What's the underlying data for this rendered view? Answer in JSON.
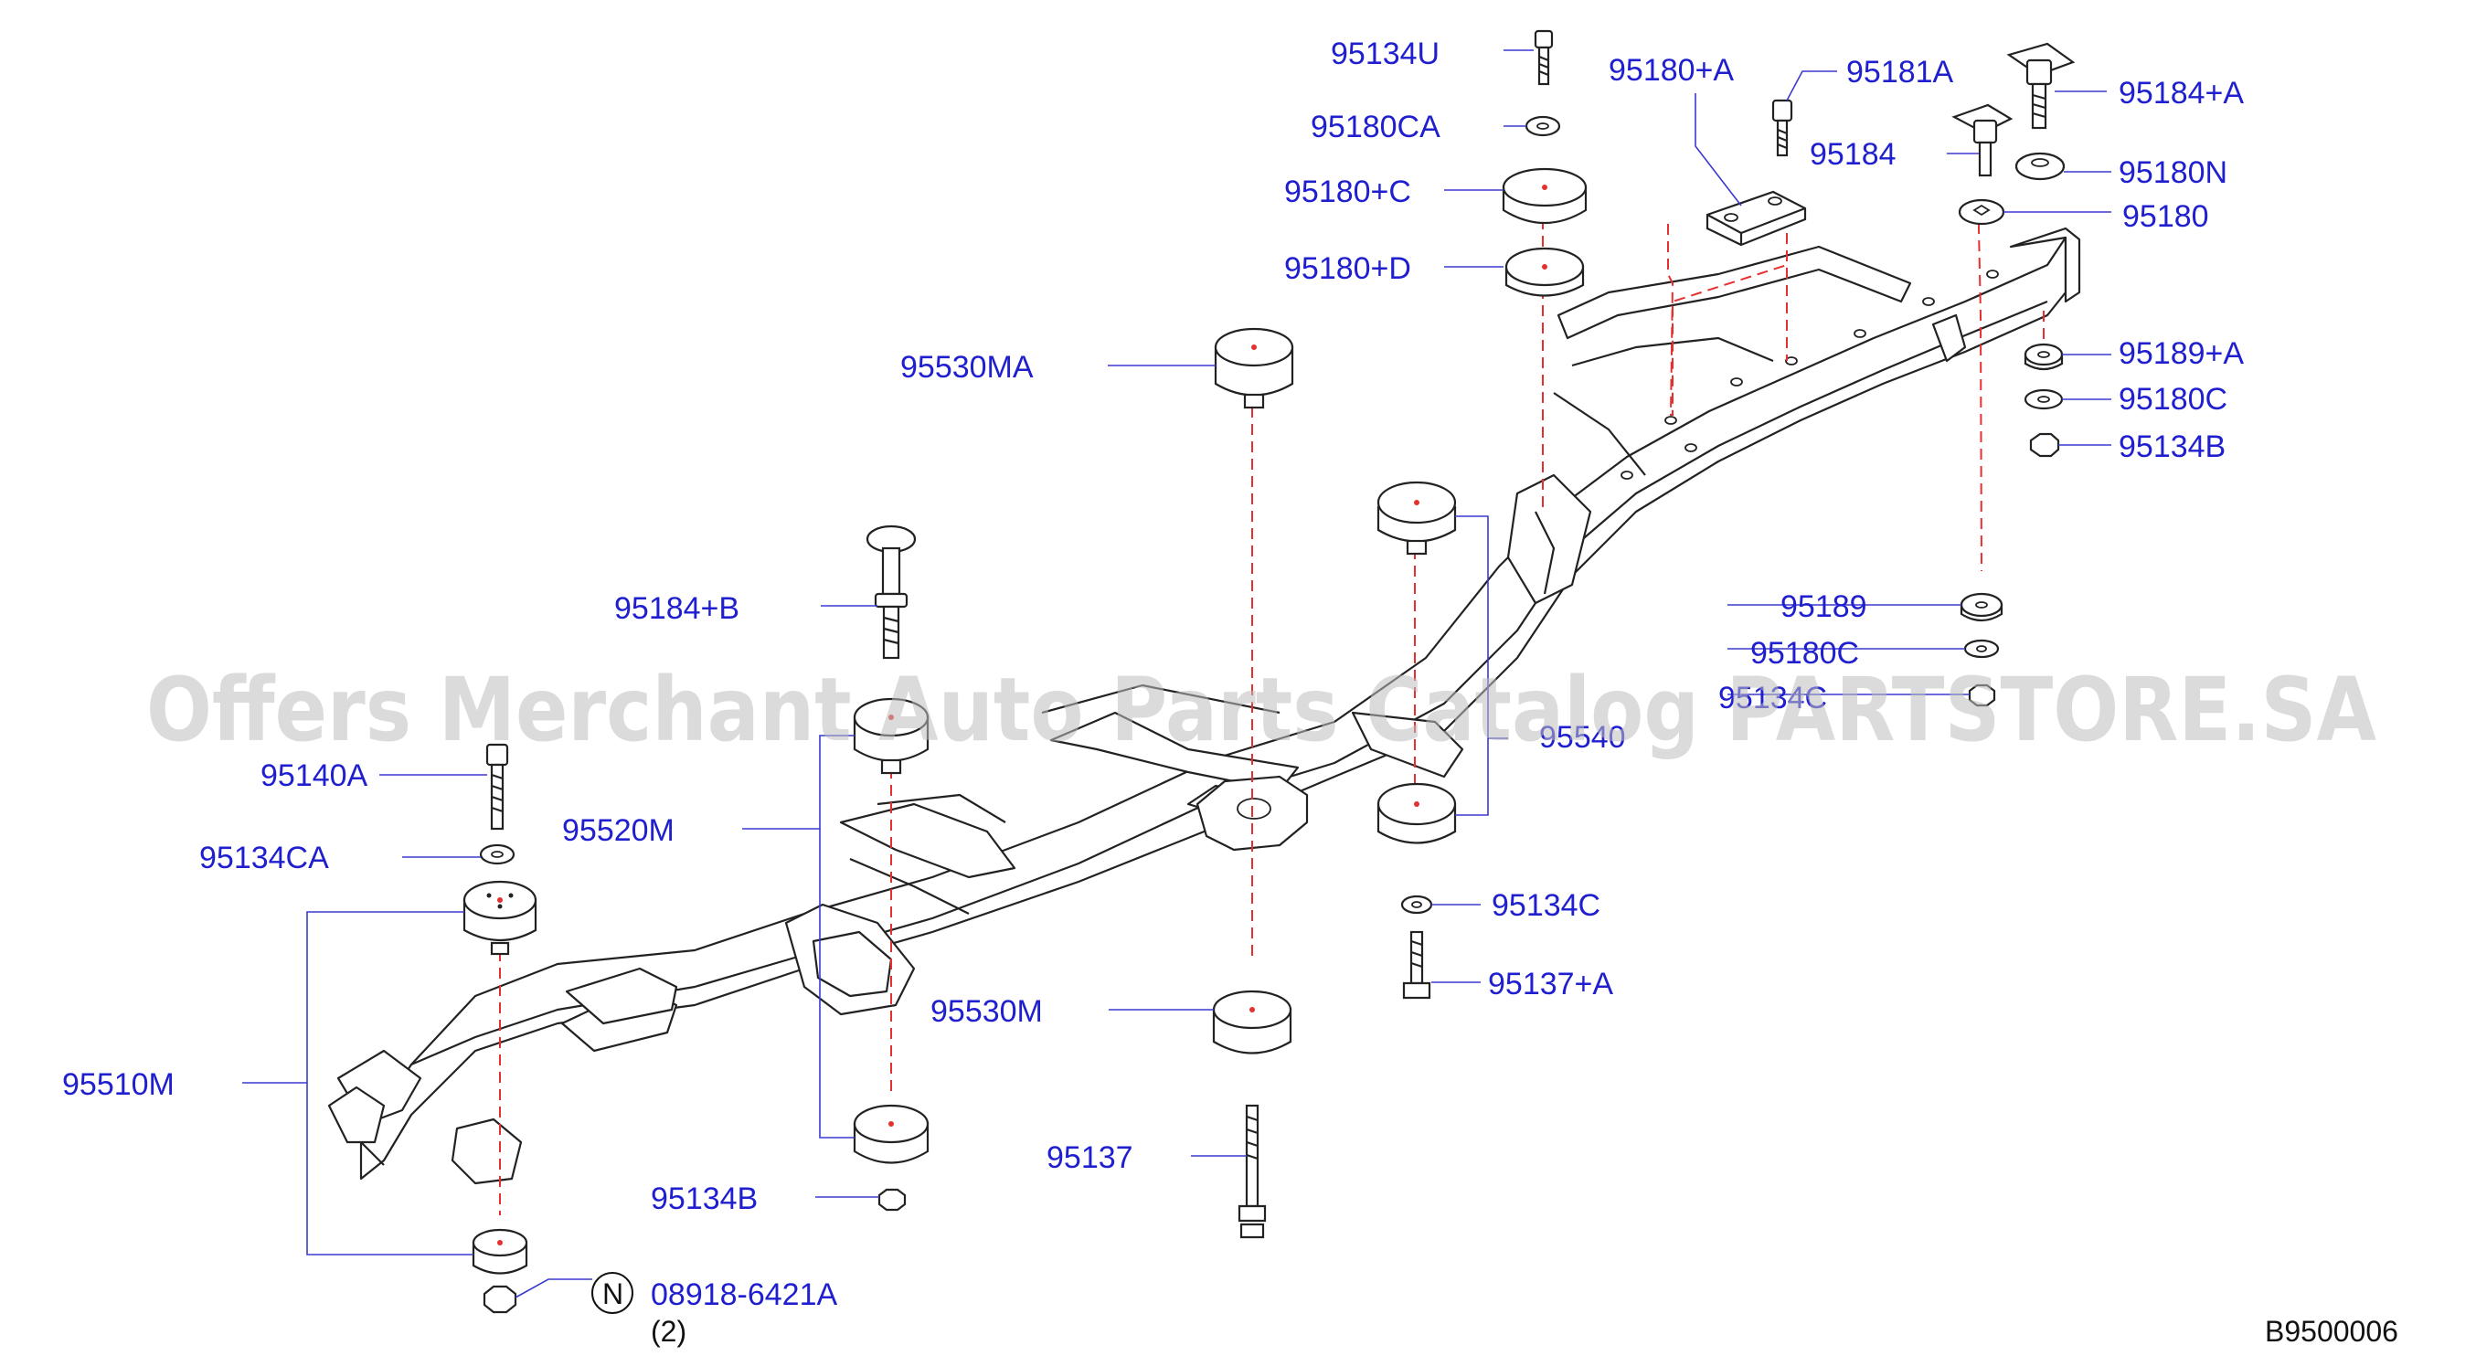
{
  "labels": {
    "p95134U": "95134U",
    "p95180CA": "95180CA",
    "p95180pC": "95180+C",
    "p95180pD": "95180+D",
    "p95180pA": "95180+A",
    "p95181A": "95181A",
    "p95184": "95184",
    "p95184pA": "95184+A",
    "p95180N": "95180N",
    "p95180": "95180",
    "p95189pA": "95189+A",
    "p95180C": "95180C",
    "p95134B": "95134B",
    "p95530MA": "95530MA",
    "p95184pB": "95184+B",
    "p95189": "95189",
    "p95180C_2": "95180C",
    "p95134C_partial": "95134C",
    "p95540M_partial": "95540",
    "p95140A": "95140A",
    "p95520M": "95520M",
    "p95134CA": "95134CA",
    "p95134C": "95134C",
    "p95137pA": "95137+A",
    "p95530M": "95530M",
    "p95510M": "95510M",
    "p95137": "95137",
    "p95134B_2": "95134B",
    "p08918": "08918-6421A",
    "qty": "(2)",
    "n_symbol": "N"
  },
  "watermark": "Offers Merchant Auto Parts Catalog PARTSTORE.SA",
  "diagram_code": "B9500006",
  "colors": {
    "label": "#1f1fcf",
    "leader": "#3a3ad0",
    "centerline": "#e53030",
    "ink": "#222222"
  }
}
